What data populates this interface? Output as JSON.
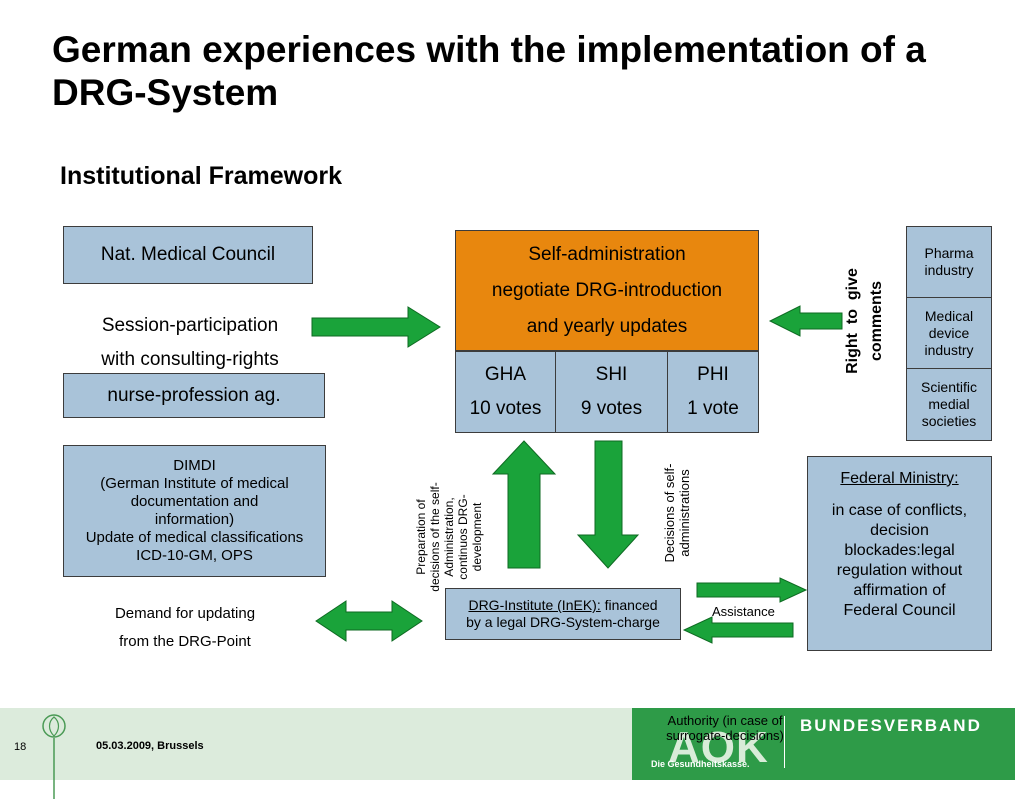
{
  "title": "German experiences with the implementation of a DRG-System",
  "subtitle": "Institutional Framework",
  "left": {
    "medical_council": "Nat. Medical Council",
    "session_line1": "Session-participation",
    "session_line2": "with consulting-rights",
    "nurse": "nurse-profession ag.",
    "dimdi_lines": [
      "DIMDI",
      "(German Institute of medical",
      "documentation and",
      "information)",
      "Update of medical classifications",
      "ICD-10-GM, OPS"
    ],
    "demand_line1": "Demand for updating",
    "demand_line2": "from the DRG-Point"
  },
  "center": {
    "self_admin_lines": [
      "Self-administration",
      "negotiate DRG-introduction",
      "and yearly updates"
    ],
    "votes": [
      {
        "org": "GHA",
        "votes": "10 votes"
      },
      {
        "org": "SHI",
        "votes": "9 votes"
      },
      {
        "org": "PHI",
        "votes": "1 vote"
      }
    ],
    "preparation_lines": [
      "Preparation of",
      "decisions of the self-",
      "Administration,",
      "continuos DRG-",
      "development"
    ],
    "decisions_lines": [
      "Decisions of self-",
      "administrations"
    ],
    "inek_underlined": "DRG-Institute (InEK):",
    "inek_rest": " financed",
    "inek_line2": "by a legal DRG-System-charge"
  },
  "right": {
    "right_to_comment_line1": "Right  to  give",
    "right_to_comment_line2": "comments",
    "pharma": "Pharma industry",
    "medical_device": "Medical device industry",
    "scientific": "Scientific medial societies",
    "ministry_title": "Federal Ministry:",
    "ministry_lines": [
      "in case of conflicts,",
      "decision",
      "blockades:legal",
      "regulation without",
      "affirmation of",
      "Federal Council"
    ],
    "assistance": "Assistance",
    "authority": "Authority (in case of surrogate-decisions)"
  },
  "footer": {
    "page_number": "18",
    "date_place": "05.03.2009, Brussels",
    "org": "BUNDESVERBAND",
    "logo_text": "AOK",
    "slogan": "Die Gesundheitskasse."
  },
  "colors": {
    "box_blue": "#a9c3d9",
    "self_admin_orange": "#e8870e",
    "arrow_green": "#1aa33a",
    "footer_green": "#2e9b48",
    "footer_light": "#dcebdc"
  }
}
